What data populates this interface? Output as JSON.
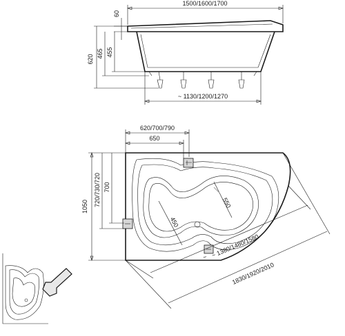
{
  "dimensions": {
    "side_top_width": "1500/1600/1700",
    "side_rim": "60",
    "side_total_height": "620",
    "side_h465": "465",
    "side_h455": "455",
    "side_bottom_width": "1130/1200/1270",
    "plan_top_outer": "620/700/790",
    "plan_top_inner": "650",
    "plan_height": "1050",
    "plan_side_outer": "720/730/720",
    "plan_side_inner": "700",
    "plan_inner_450": "450",
    "plan_inner_550": "550",
    "plan_bottom_1": "1380/1480/1580",
    "plan_bottom_2": "1830/1920/2010"
  },
  "colors": {
    "line": "#1a1a1a",
    "fixture_fill": "#d6d6d6",
    "guide": "#9a9a9a"
  },
  "icons": [
    "arrow-icon",
    "overflow-fixture-icon",
    "faucet-icon"
  ]
}
